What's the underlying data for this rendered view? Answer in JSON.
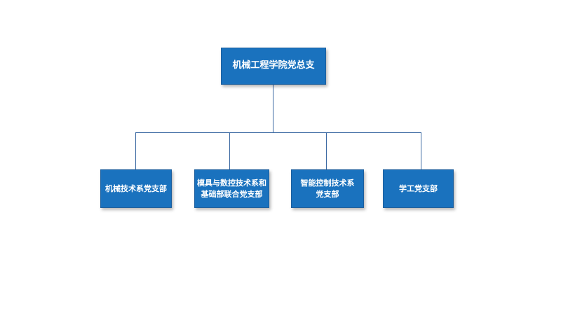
{
  "org_chart": {
    "root": {
      "label": "机械工程学院党总支"
    },
    "children": [
      {
        "label": "机械技术系党支部"
      },
      {
        "label": "模具与数控技术系和\n基础部联合党支部"
      },
      {
        "label": "智能控制技术系\n党支部"
      },
      {
        "label": "学工党支部"
      }
    ]
  },
  "colors": {
    "node_fill": "#1a72be",
    "node_text": "#ffffff",
    "connector": "#3d6aa3"
  }
}
